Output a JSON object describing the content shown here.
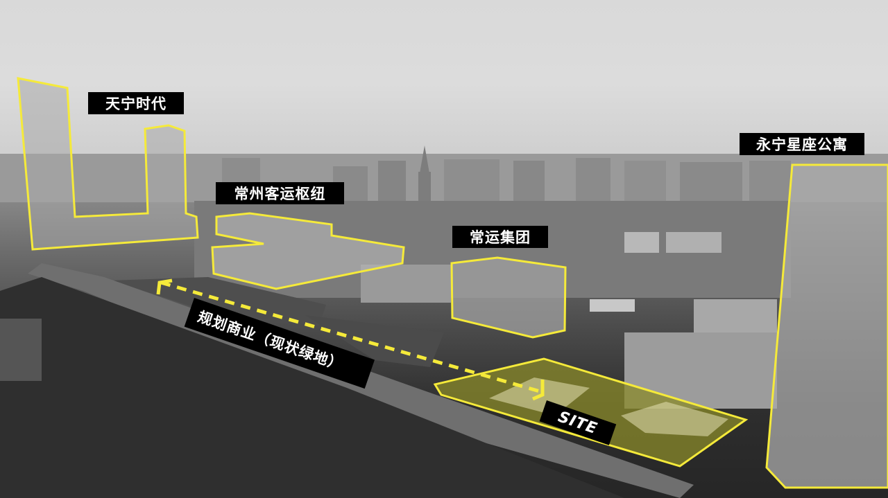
{
  "image": {
    "description": "Aerial black-and-white photo of urban site context with yellow outlined buildings and labels",
    "highlight_color": "#f5ea3a",
    "site_fill_color": "#8a8a2a"
  },
  "labels": {
    "tianning_times": "天宁时代",
    "changzhou_passenger_hub": "常州客运枢纽",
    "changyun_group": "常运集团",
    "yongning_xingzuo_apartment": "永宁星座公寓",
    "planned_commercial": "规划商业（现状绿地）",
    "site": "SITE"
  }
}
